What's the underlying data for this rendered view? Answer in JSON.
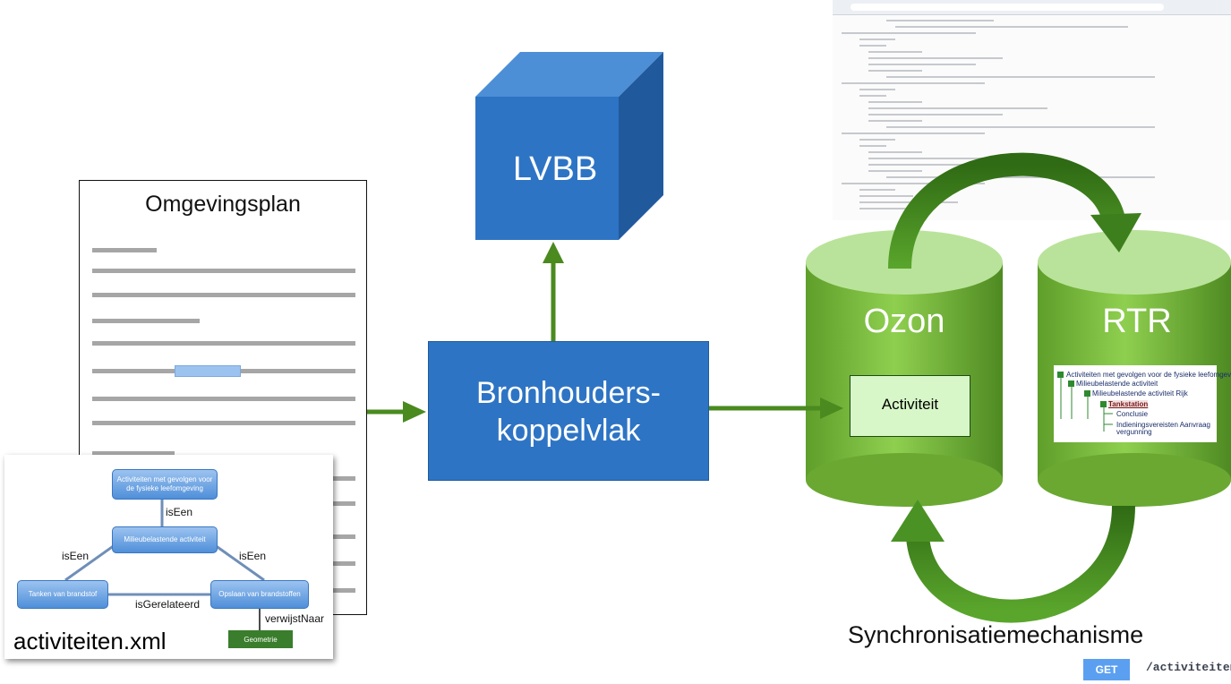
{
  "lvbb": {
    "label": "LVBB"
  },
  "omgevingsplan": {
    "title": "Omgevingsplan"
  },
  "koppelvlak": {
    "line1": "Bronhouders-",
    "line2": "koppelvlak"
  },
  "ozon": {
    "label": "Ozon",
    "item": "Activiteit"
  },
  "rtr": {
    "label": "RTR",
    "tree": [
      "Activiteiten met gevolgen voor de fysieke leefomgeving",
      "Milieubelastende activiteit",
      "Milieubelastende activiteit Rijk",
      "Tankstation",
      "Conclusie",
      "Indieningsvereisten Aanvraag",
      "vergunning"
    ]
  },
  "activiteiten_xml": {
    "label": "activiteiten.xml",
    "nodes": {
      "top": "Activiteiten met gevolgen voor de fysieke leefomgeving",
      "middle": "Milieubelastende activiteit",
      "left": "Tanken van brandstof",
      "right": "Opslaan van brandstoffen",
      "geometry": "Geometrie"
    },
    "edges": {
      "is_een_top": "isEen",
      "is_een_left": "isEen",
      "is_een_right": "isEen",
      "gerelateerd": "isGerelateerd",
      "verwijst": "verwijstNaar"
    }
  },
  "sync": {
    "label": "Synchronisatiemechanisme"
  },
  "api": {
    "method": "GET",
    "path": "/activiteiten"
  },
  "colors": {
    "blue_box": "#2e74c4",
    "green_cylinder": "#7fbf3f",
    "arrow_green": "#4a8a1f",
    "highlight": "#9cc3f0"
  }
}
